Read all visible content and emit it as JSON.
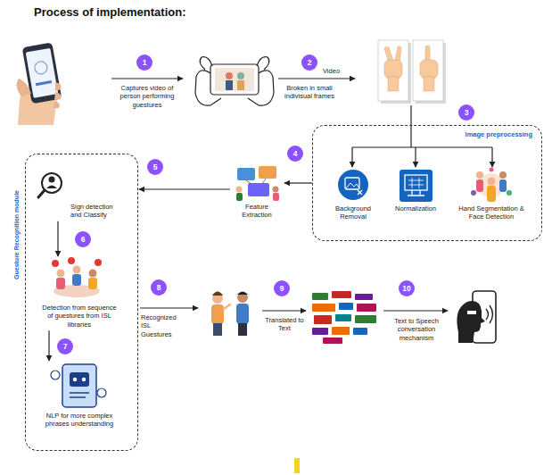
{
  "diagram": {
    "title": "Process of implementation:",
    "nodes": [
      {
        "text": [
          "Image preprocessing"
        ]
      },
      {
        "text": [
          "Background Removal"
        ],
        "in": 0
      },
      {
        "text": [
          "Normalization"
        ],
        "in": 0
      },
      {
        "text": [
          "Hand Segmentation & Face Detection"
        ],
        "in": 0
      },
      {
        "text": [
          "Feature Extraction"
        ]
      },
      {
        "text": [
          "Guesture Recognition module"
        ]
      },
      {
        "text": [
          "Sign detection and Classify"
        ],
        "in": 5
      },
      {
        "text": [
          "Detection from sequence of guestures from ISL libraries"
        ],
        "in": 5
      },
      {
        "text": [
          "NLP for more complex phrases understanding"
        ],
        "in": 5
      }
    ],
    "edges": [
      {
        "from": 0,
        "to": 4,
        "arrow": "to"
      },
      {
        "from": 4,
        "to": 5,
        "arrow": "to"
      },
      {
        "from": 6,
        "to": 7,
        "arrow": "to"
      },
      {
        "from": 7,
        "to": 8,
        "arrow": "to"
      }
    ],
    "labels": [
      "1",
      "Captures video of person performing guestures",
      "2",
      "Video",
      "Broken in small indivisual frames",
      "3",
      "4",
      "5",
      "6",
      "7",
      "8",
      "Recognized ISL Guestures",
      "9",
      "Translated to Text",
      "10",
      "Text to Speech conversation mechanism"
    ]
  }
}
